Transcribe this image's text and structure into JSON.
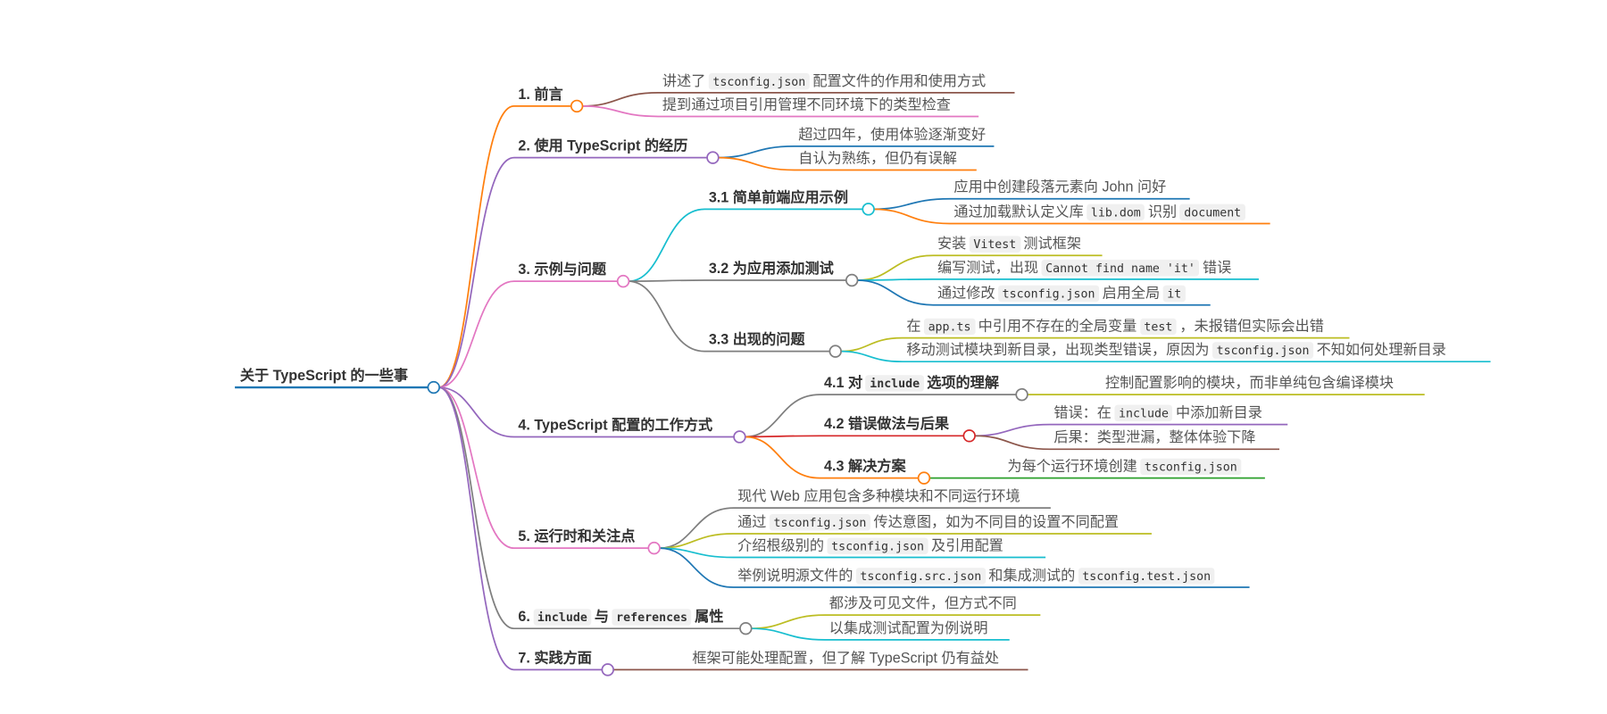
{
  "root": {
    "label": [
      {
        "t": "关于 TypeScript 的一些事"
      }
    ],
    "color": "#1f77b4"
  },
  "branches": [
    {
      "label": [
        {
          "t": "1. 前言"
        }
      ],
      "color": "#ff7f0e",
      "children": [
        {
          "label": [
            {
              "t": "讲述了"
            },
            {
              "t": "tsconfig.json",
              "code": true
            },
            {
              "t": "配置文件的作用和使用方式"
            }
          ],
          "color": "#8c564b"
        },
        {
          "label": [
            {
              "t": "提到通过项目引用管理不同环境下的类型检查"
            }
          ],
          "color": "#e377c2"
        }
      ]
    },
    {
      "label": [
        {
          "t": "2. 使用 TypeScript 的经历"
        }
      ],
      "color": "#9467bd",
      "children": [
        {
          "label": [
            {
              "t": "超过四年，使用体验逐渐变好"
            }
          ],
          "color": "#1f77b4"
        },
        {
          "label": [
            {
              "t": "自认为熟练，但仍有误解"
            }
          ],
          "color": "#ff7f0e"
        }
      ]
    },
    {
      "label": [
        {
          "t": "3. 示例与问题"
        }
      ],
      "color": "#e377c2",
      "children": [
        {
          "label": [
            {
              "t": "3.1 简单前端应用示例"
            }
          ],
          "color": "#17becf",
          "children": [
            {
              "label": [
                {
                  "t": "应用中创建段落元素向 John 问好"
                }
              ],
              "color": "#1f77b4"
            },
            {
              "label": [
                {
                  "t": "通过加载默认定义库"
                },
                {
                  "t": "lib.dom",
                  "code": true
                },
                {
                  "t": "识别"
                },
                {
                  "t": "document",
                  "code": true
                }
              ],
              "color": "#ff7f0e"
            }
          ]
        },
        {
          "label": [
            {
              "t": "3.2 为应用添加测试"
            }
          ],
          "color": "#7f7f7f",
          "children": [
            {
              "label": [
                {
                  "t": "安装"
                },
                {
                  "t": "Vitest",
                  "code": true
                },
                {
                  "t": "测试框架"
                }
              ],
              "color": "#bcbd22"
            },
            {
              "label": [
                {
                  "t": "编写测试，出现"
                },
                {
                  "t": "Cannot find name 'it'",
                  "code": true
                },
                {
                  "t": "错误"
                }
              ],
              "color": "#17becf"
            },
            {
              "label": [
                {
                  "t": "通过修改"
                },
                {
                  "t": "tsconfig.json",
                  "code": true
                },
                {
                  "t": "启用全局"
                },
                {
                  "t": "it",
                  "code": true
                }
              ],
              "color": "#1f77b4"
            }
          ]
        },
        {
          "label": [
            {
              "t": "3.3 出现的问题"
            }
          ],
          "color": "#7f7f7f",
          "children": [
            {
              "label": [
                {
                  "t": "在"
                },
                {
                  "t": "app.ts",
                  "code": true
                },
                {
                  "t": "中引用不存在的全局变量"
                },
                {
                  "t": "test",
                  "code": true
                },
                {
                  "t": "，未报错但实际会出错"
                }
              ],
              "color": "#bcbd22"
            },
            {
              "label": [
                {
                  "t": "移动测试模块到新目录，出现类型错误，原因为"
                },
                {
                  "t": "tsconfig.json",
                  "code": true
                },
                {
                  "t": "不知如何处理新目录"
                }
              ],
              "color": "#17becf"
            }
          ]
        }
      ]
    },
    {
      "label": [
        {
          "t": "4. TypeScript 配置的工作方式"
        }
      ],
      "color": "#9467bd",
      "children": [
        {
          "label": [
            {
              "t": "4.1 对"
            },
            {
              "t": "include",
              "code": true
            },
            {
              "t": "选项的理解"
            }
          ],
          "color": "#7f7f7f",
          "children": [
            {
              "label": [
                {
                  "t": "控制配置影响的模块，而非单纯包含编译模块"
                }
              ],
              "color": "#bcbd22"
            }
          ]
        },
        {
          "label": [
            {
              "t": "4.2 错误做法与后果"
            }
          ],
          "color": "#d62728",
          "children": [
            {
              "label": [
                {
                  "t": "错误：在"
                },
                {
                  "t": "include",
                  "code": true
                },
                {
                  "t": "中添加新目录"
                }
              ],
              "color": "#9467bd"
            },
            {
              "label": [
                {
                  "t": "后果：类型泄漏，整体体验下降"
                }
              ],
              "color": "#8c564b"
            }
          ]
        },
        {
          "label": [
            {
              "t": "4.3 解决方案"
            }
          ],
          "color": "#ff7f0e",
          "children": [
            {
              "label": [
                {
                  "t": "为每个运行环境创建"
                },
                {
                  "t": "tsconfig.json",
                  "code": true
                }
              ],
              "color": "#2ca02c"
            }
          ]
        }
      ]
    },
    {
      "label": [
        {
          "t": "5. 运行时和关注点"
        }
      ],
      "color": "#e377c2",
      "children": [
        {
          "label": [
            {
              "t": "现代 Web 应用包含多种模块和不同运行环境"
            }
          ],
          "color": "#7f7f7f"
        },
        {
          "label": [
            {
              "t": "通过"
            },
            {
              "t": "tsconfig.json",
              "code": true
            },
            {
              "t": "传达意图，如为不同目的设置不同配置"
            }
          ],
          "color": "#bcbd22"
        },
        {
          "label": [
            {
              "t": "介绍根级别的"
            },
            {
              "t": "tsconfig.json",
              "code": true
            },
            {
              "t": "及引用配置"
            }
          ],
          "color": "#17becf"
        },
        {
          "label": [
            {
              "t": "举例说明源文件的"
            },
            {
              "t": "tsconfig.src.json",
              "code": true
            },
            {
              "t": "和集成测试的"
            },
            {
              "t": "tsconfig.test.json",
              "code": true
            }
          ],
          "color": "#1f77b4"
        }
      ]
    },
    {
      "label": [
        {
          "t": "6."
        },
        {
          "t": "include",
          "code": true
        },
        {
          "t": "与"
        },
        {
          "t": "references",
          "code": true
        },
        {
          "t": "属性"
        }
      ],
      "color": "#7f7f7f",
      "children": [
        {
          "label": [
            {
              "t": "都涉及可见文件，但方式不同"
            }
          ],
          "color": "#bcbd22"
        },
        {
          "label": [
            {
              "t": "以集成测试配置为例说明"
            }
          ],
          "color": "#17becf"
        }
      ]
    },
    {
      "label": [
        {
          "t": "7. 实践方面"
        }
      ],
      "color": "#9467bd",
      "children": [
        {
          "label": [
            {
              "t": "框架可能处理配置，但了解 TypeScript 仍有益处"
            }
          ],
          "color": "#8c564b"
        }
      ]
    }
  ]
}
